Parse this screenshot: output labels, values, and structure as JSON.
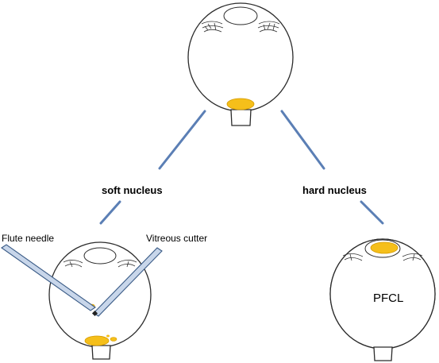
{
  "labels": {
    "soft": "soft nucleus",
    "hard": "hard nucleus",
    "flute": "Flute needle",
    "cutter": "Vitreous cutter",
    "pfcl": "PFCL"
  },
  "colors": {
    "nucleus": "#f5bf1a",
    "connector": "#5b7fb5",
    "instrument_fill": "#c8d6ea",
    "pfcl_fill": "#d3dcee",
    "outline": "#2b2b2b"
  }
}
